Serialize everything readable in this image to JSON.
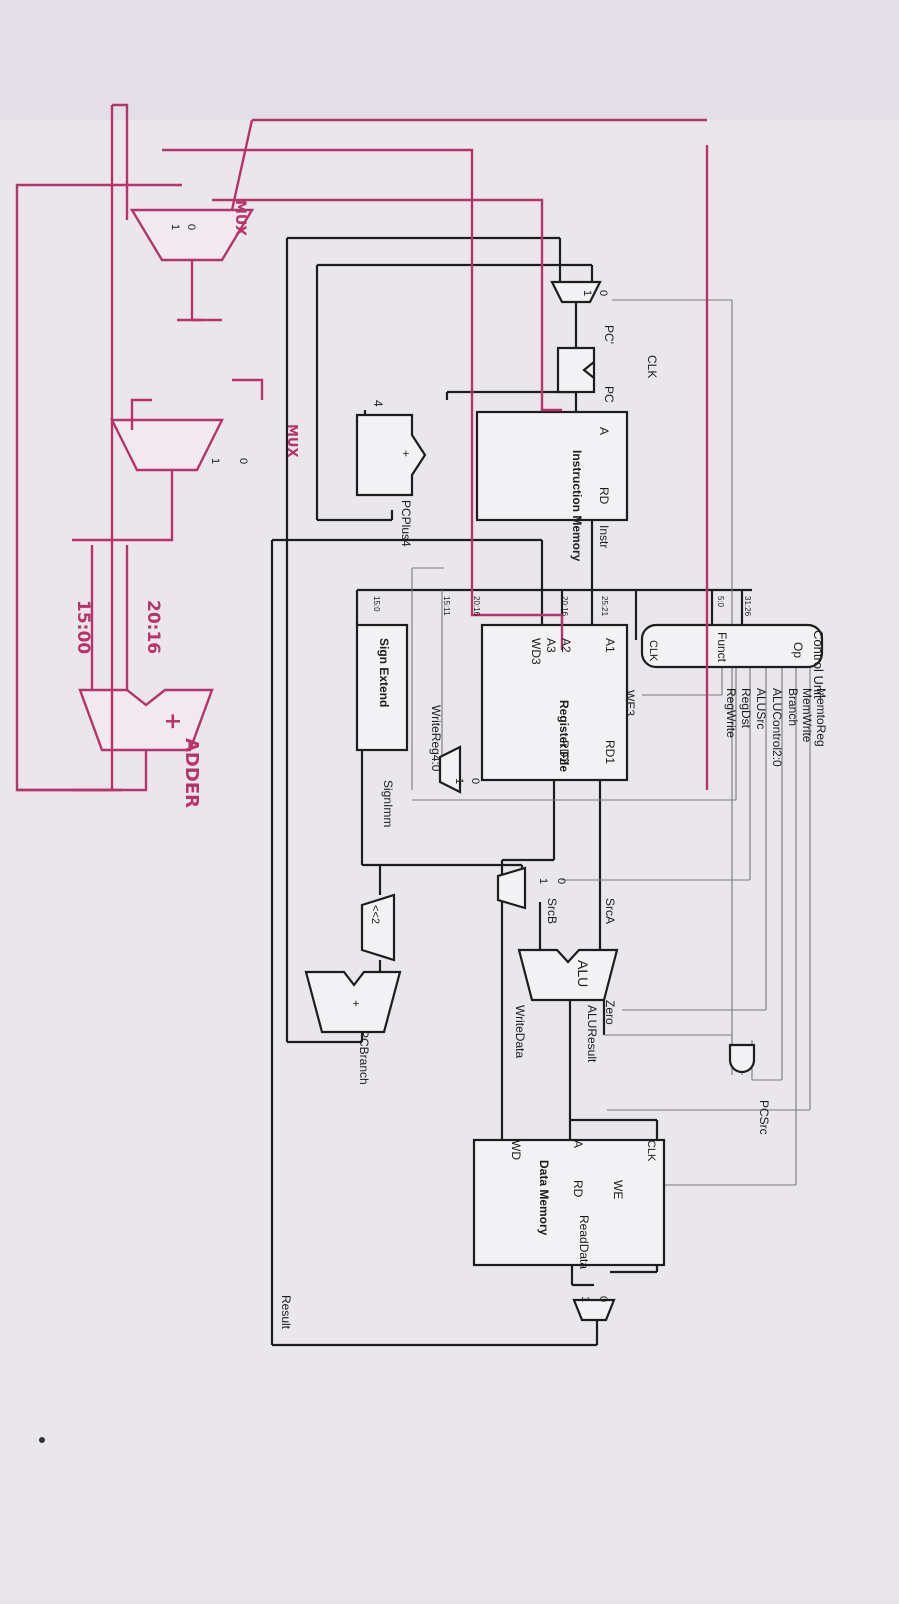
{
  "blocks": {
    "control_unit": {
      "title": "Control Unit",
      "op": "Op",
      "funct": "Funct",
      "op_bits": "31:26",
      "funct_bits": "5:0"
    },
    "instruction_memory": {
      "title": "Instruction Memory",
      "a": "A",
      "rd": "RD"
    },
    "register_file": {
      "title": "Register File",
      "a1": "A1",
      "a2": "A2",
      "a3": "A3",
      "wd3": "WD3",
      "we3": "WE3",
      "rd1": "RD1",
      "rd2": "RD2",
      "clk": "CLK"
    },
    "data_memory": {
      "title": "Data Memory",
      "a": "A",
      "rd": "RD",
      "wd": "WD",
      "we": "WE",
      "clk": "CLK"
    },
    "alu": {
      "label": "ALU"
    },
    "sign_extend": {
      "label": "Sign Extend"
    },
    "shift_left": {
      "label": "<<2"
    },
    "pc_register": {
      "clk": "CLK",
      "pc_in": "PC'",
      "pc_out": "PC"
    },
    "pc_adder": {
      "four": "4",
      "plus": "+"
    },
    "branch_adder": {
      "plus": "+"
    }
  },
  "control_signals": [
    "MemtoReg",
    "MemWrite",
    "Branch",
    "ALUControl2:0",
    "ALUSrc",
    "RegDst",
    "RegWrite"
  ],
  "wire_labels": {
    "instr": "Instr",
    "pcplus4": "PCPlus4",
    "pcbranch": "PCBranch",
    "srca": "SrcA",
    "srcb": "SrcB",
    "zero": "Zero",
    "aluresult": "ALUResult",
    "writedata": "WriteData",
    "readdata": "ReadData",
    "result": "Result",
    "signimm": "SignImm",
    "writereg": "WriteReg4:0",
    "pcsrc": "PCSrc"
  },
  "bit_fields": [
    "25:21",
    "20:16",
    "20:16",
    "15:11",
    "15:0"
  ],
  "mux_inputs": {
    "zero": "0",
    "one": "1"
  },
  "handwritten": {
    "mux_top": "MUX",
    "mux_mid": "MUX",
    "adder": "ADDER",
    "bits_20_16": "20:16",
    "bits_15_00": "15:00",
    "plus": "+"
  }
}
